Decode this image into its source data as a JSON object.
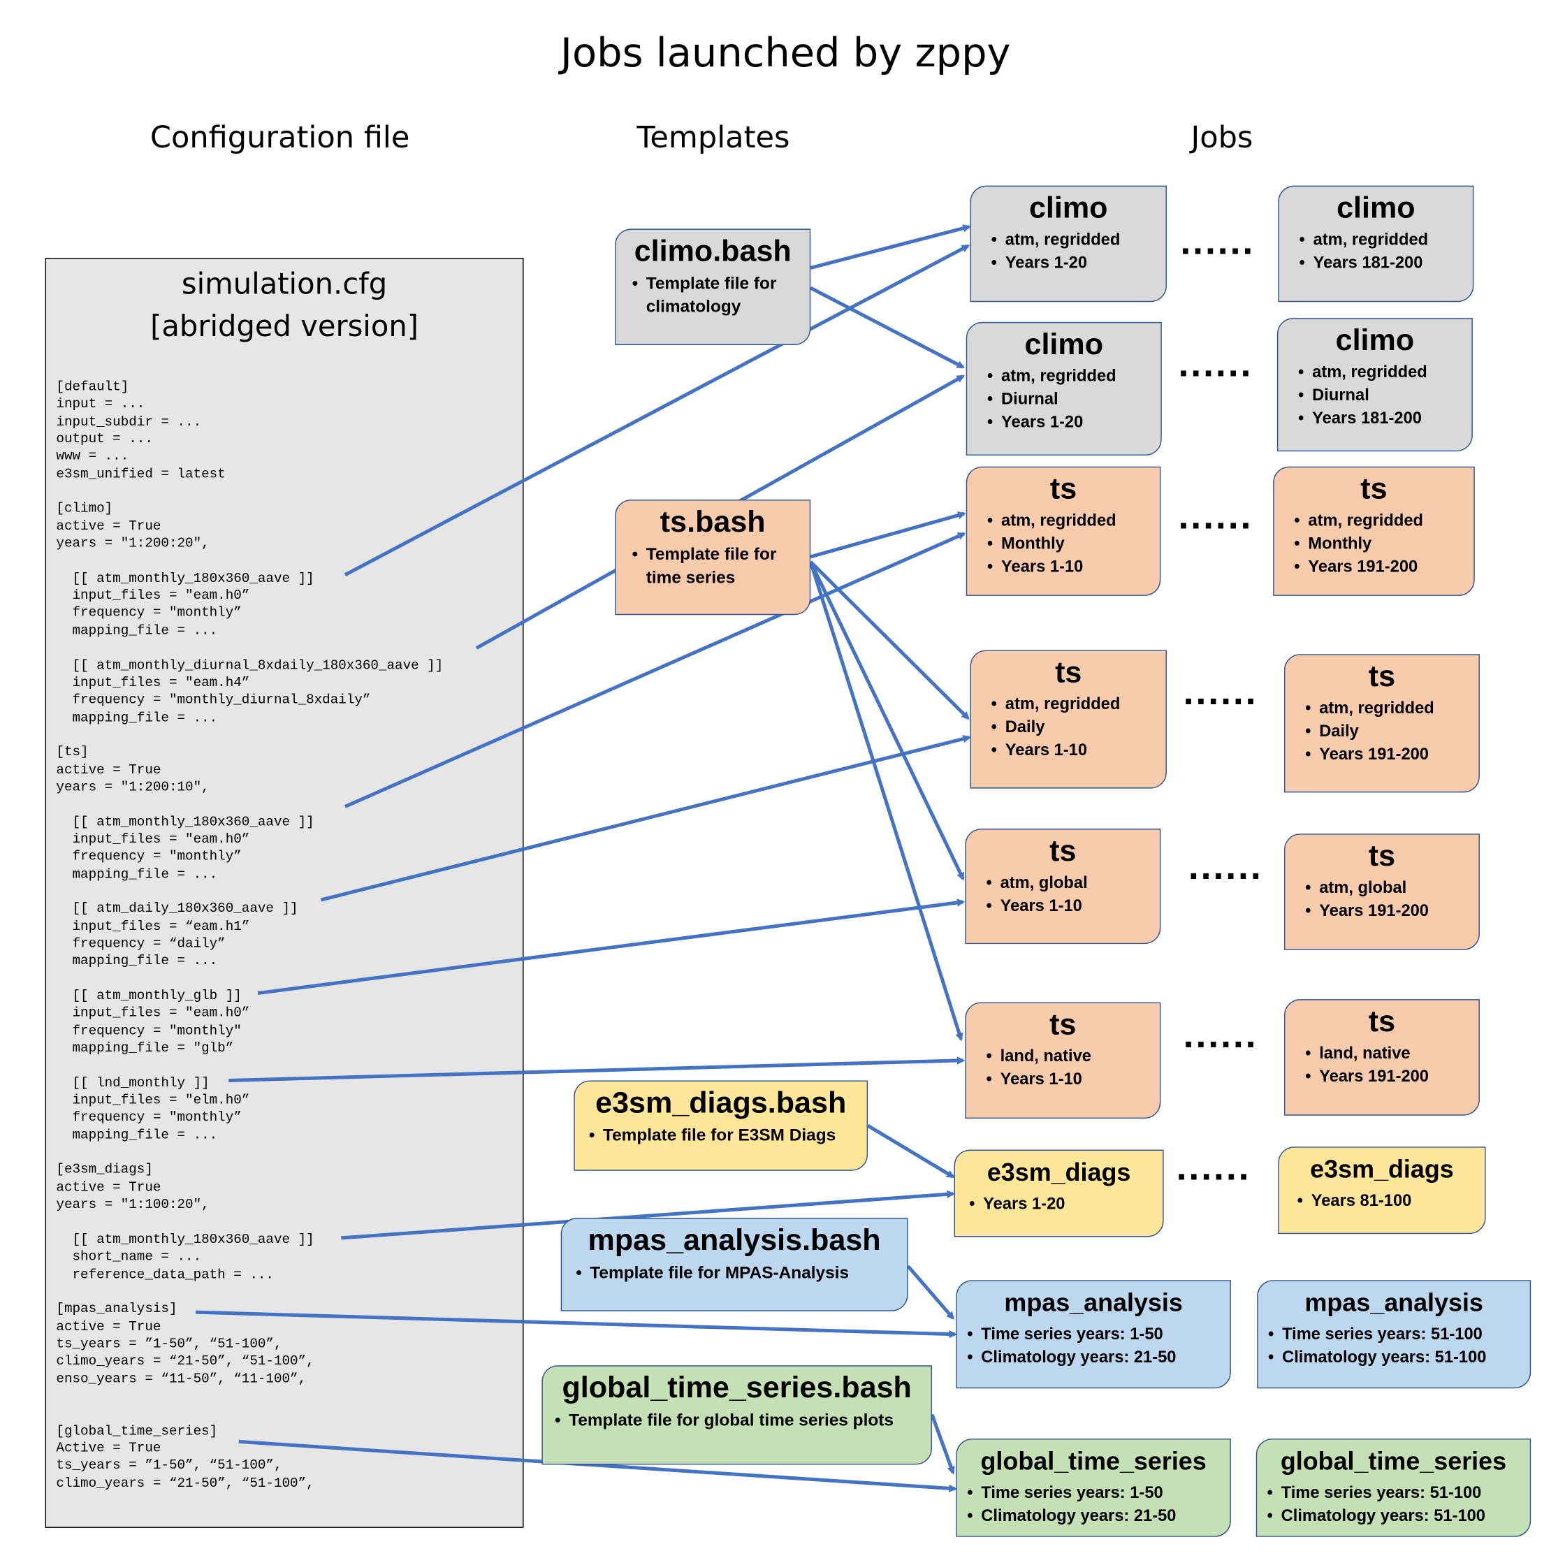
{
  "title": "Jobs launched by zppy",
  "headers": {
    "config": "Configuration file",
    "templates": "Templates",
    "jobs": "Jobs"
  },
  "config_file": {
    "name": "simulation.cfg",
    "subtitle": "[abridged version]",
    "lines": [
      "[default]",
      "input = ...",
      "input_subdir = ...",
      "output = ...",
      "www = ...",
      "e3sm_unified = latest",
      "",
      "[climo]",
      "active = True",
      "years = \"1:200:20\",",
      "",
      "  [[ atm_monthly_180x360_aave ]]",
      "  input_files = \"eam.h0”",
      "  frequency = \"monthly”",
      "  mapping_file = ...",
      "",
      "  [[ atm_monthly_diurnal_8xdaily_180x360_aave ]]",
      "  input_files = \"eam.h4”",
      "  frequency = \"monthly_diurnal_8xdaily”",
      "  mapping_file = ...",
      "",
      "[ts]",
      "active = True",
      "years = \"1:200:10\",",
      "",
      "  [[ atm_monthly_180x360_aave ]]",
      "  input_files = \"eam.h0”",
      "  frequency = \"monthly”",
      "  mapping_file = ...",
      "",
      "  [[ atm_daily_180x360_aave ]]",
      "  input_files = “eam.h1”",
      "  frequency = “daily”",
      "  mapping_file = ...",
      "",
      "  [[ atm_monthly_glb ]]",
      "  input_files = \"eam.h0”",
      "  frequency = \"monthly\"",
      "  mapping_file = \"glb”",
      "",
      "  [[ lnd_monthly ]]",
      "  input_files = \"elm.h0”",
      "  frequency = \"monthly”",
      "  mapping_file = ...",
      "",
      "[e3sm_diags]",
      "active = True",
      "years = \"1:100:20\",",
      "",
      "  [[ atm_monthly_180x360_aave ]]",
      "  short_name = ...",
      "  reference_data_path = ...",
      "",
      "[mpas_analysis]",
      "active = True",
      "ts_years = ”1-50”, “51-100”,",
      "climo_years = “21-50”, “51-100”,",
      "enso_years = “11-50”, “11-100”,",
      "",
      "",
      "[global_time_series]",
      "Active = True",
      "ts_years = ”1-50”, “51-100”,",
      "climo_years = “21-50”, “51-100”,"
    ]
  },
  "colors": {
    "climo": "#d9d9d9",
    "ts": "#f8cbad",
    "e3sm_diags": "#ffe699",
    "mpas_analysis": "#bdd7ee",
    "global_time_series": "#c5e0b4",
    "arrow": "#4472c4"
  },
  "templates": [
    {
      "name": "climo.bash",
      "kind": "climo",
      "bullets": [
        "Template file for climatology"
      ]
    },
    {
      "name": "ts.bash",
      "kind": "ts",
      "bullets": [
        "Template file for time series"
      ]
    },
    {
      "name": "e3sm_diags.bash",
      "kind": "e3sm_diags",
      "bullets": [
        "Template file for E3SM Diags"
      ]
    },
    {
      "name": "mpas_analysis.bash",
      "kind": "mpas_analysis",
      "bullets": [
        "Template file for MPAS-Analysis"
      ]
    },
    {
      "name": "global_time_series.bash",
      "kind": "global_time_series",
      "bullets": [
        "Template file for global time series plots"
      ]
    }
  ],
  "jobs": [
    {
      "name": "climo",
      "kind": "climo",
      "bullets": [
        "atm, regridded",
        "Years 1-20"
      ]
    },
    {
      "name": "climo",
      "kind": "climo",
      "bullets": [
        "atm, regridded",
        "Years 181-200"
      ]
    },
    {
      "name": "climo",
      "kind": "climo",
      "bullets": [
        "atm, regridded",
        "Diurnal",
        "Years 1-20"
      ]
    },
    {
      "name": "climo",
      "kind": "climo",
      "bullets": [
        "atm, regridded",
        "Diurnal",
        "Years 181-200"
      ]
    },
    {
      "name": "ts",
      "kind": "ts",
      "bullets": [
        "atm, regridded",
        "Monthly",
        "Years 1-10"
      ]
    },
    {
      "name": "ts",
      "kind": "ts",
      "bullets": [
        "atm, regridded",
        "Monthly",
        "Years 191-200"
      ]
    },
    {
      "name": "ts",
      "kind": "ts",
      "bullets": [
        "atm, regridded",
        "Daily",
        "Years 1-10"
      ]
    },
    {
      "name": "ts",
      "kind": "ts",
      "bullets": [
        "atm, regridded",
        "Daily",
        "Years 191-200"
      ]
    },
    {
      "name": "ts",
      "kind": "ts",
      "bullets": [
        "atm, global",
        "Years 1-10"
      ]
    },
    {
      "name": "ts",
      "kind": "ts",
      "bullets": [
        "atm, global",
        "Years 191-200"
      ]
    },
    {
      "name": "ts",
      "kind": "ts",
      "bullets": [
        "land, native",
        "Years 1-10"
      ]
    },
    {
      "name": "ts",
      "kind": "ts",
      "bullets": [
        "land, native",
        "Years 191-200"
      ]
    },
    {
      "name": "e3sm_diags",
      "kind": "e3sm_diags",
      "bullets": [
        "Years 1-20"
      ]
    },
    {
      "name": "e3sm_diags",
      "kind": "e3sm_diags",
      "bullets": [
        "Years 81-100"
      ]
    },
    {
      "name": "mpas_analysis",
      "kind": "mpas_analysis",
      "bullets": [
        "Time series years: 1-50",
        "Climatology years: 21-50"
      ]
    },
    {
      "name": "mpas_analysis",
      "kind": "mpas_analysis",
      "bullets": [
        "Time series years: 51-100",
        "Climatology years: 51-100"
      ]
    },
    {
      "name": "global_time_series",
      "kind": "global_time_series",
      "bullets": [
        "Time series years: 1-50",
        "Climatology years: 21-50"
      ]
    },
    {
      "name": "global_time_series",
      "kind": "global_time_series",
      "bullets": [
        "Time series years: 51-100",
        "Climatology years: 51-100"
      ]
    }
  ],
  "ellipsis": "......"
}
